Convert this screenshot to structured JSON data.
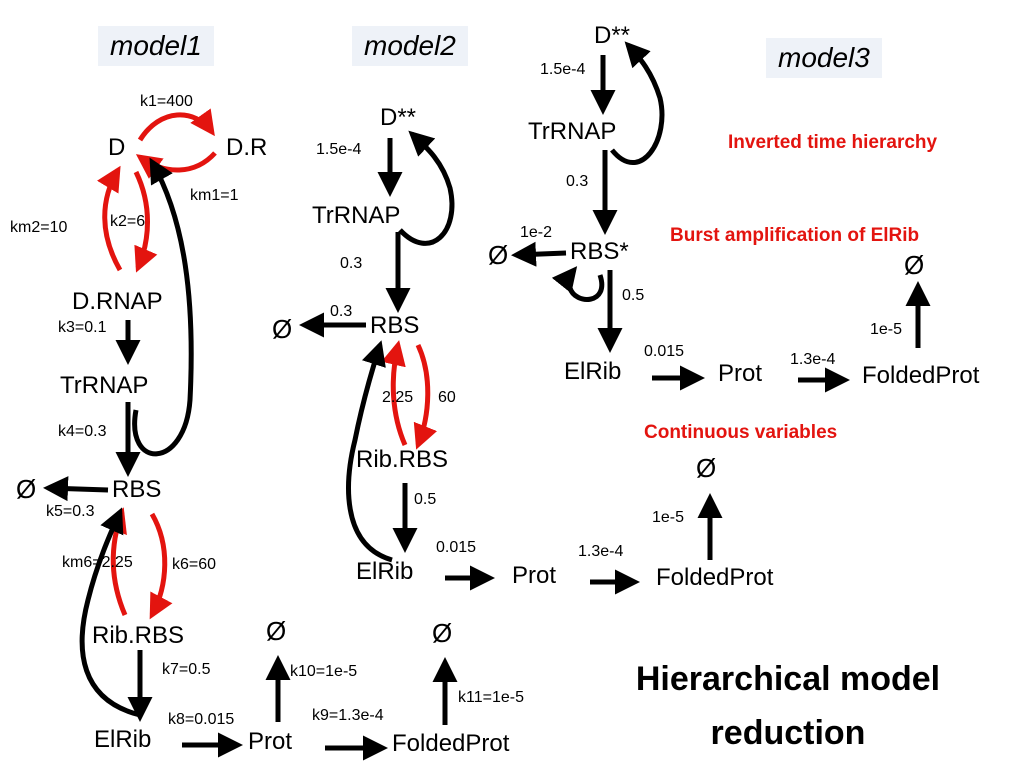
{
  "models": {
    "m1": {
      "title": "model1",
      "species": {
        "D": "D",
        "DR": "D.R",
        "DRNAP": "D.RNAP",
        "TrRNAP": "TrRNAP",
        "RBS": "RBS",
        "RibRBS": "Rib.RBS",
        "ElRib": "ElRib",
        "Prot": "Prot",
        "FoldedProt": "FoldedProt",
        "null1": "Ø",
        "null2": "Ø",
        "null3": "Ø"
      },
      "rates": {
        "k1": "k1=400",
        "km1": "km1=1",
        "km2": "km2=10",
        "k2": "k2=6",
        "k3": "k3=0.1",
        "k4": "k4=0.3",
        "k5": "k5=0.3",
        "km6": "km6=2.25",
        "k6": "k6=60",
        "k7": "k7=0.5",
        "k8": "k8=0.015",
        "k9": "k9=1.3e-4",
        "k10": "k10=1e-5",
        "k11": "k11=1e-5"
      }
    },
    "m2": {
      "title": "model2",
      "species": {
        "Dss": "D**",
        "TrRNAP": "TrRNAP",
        "RBS": "RBS",
        "RibRBS": "Rib.RBS",
        "ElRib": "ElRib",
        "Prot": "Prot",
        "FoldedProt": "FoldedProt",
        "null1": "Ø",
        "null2": "Ø"
      },
      "rates": {
        "r1": "1.5e-4",
        "r2": "0.3",
        "r3": "0.3",
        "r4": "2.25",
        "r5": "60",
        "r6": "0.5",
        "r7": "0.015",
        "r8": "1.3e-4",
        "r9": "1e-5"
      }
    },
    "m3": {
      "title": "model3",
      "species": {
        "Dss": "D**",
        "TrRNAP": "TrRNAP",
        "RBSs": "RBS*",
        "ElRib": "ElRib",
        "Prot": "Prot",
        "FoldedProt": "FoldedProt",
        "null1": "Ø",
        "null2": "Ø"
      },
      "rates": {
        "r1": "1.5e-4",
        "r2": "0.3",
        "r3": "1e-2",
        "r4": "0.5",
        "r5": "0.015",
        "r6": "1.3e-4",
        "r7": "1e-5"
      }
    }
  },
  "annotations": {
    "inverted": "Inverted time hierarchy",
    "burst": "Burst amplification of ElRib",
    "continuous": "Continuous variables"
  },
  "main_title": {
    "line1": "Hierarchical model",
    "line2": "reduction"
  },
  "colors": {
    "red": "#e3140f",
    "black": "#000000",
    "title_bg": "#eef2f8"
  }
}
